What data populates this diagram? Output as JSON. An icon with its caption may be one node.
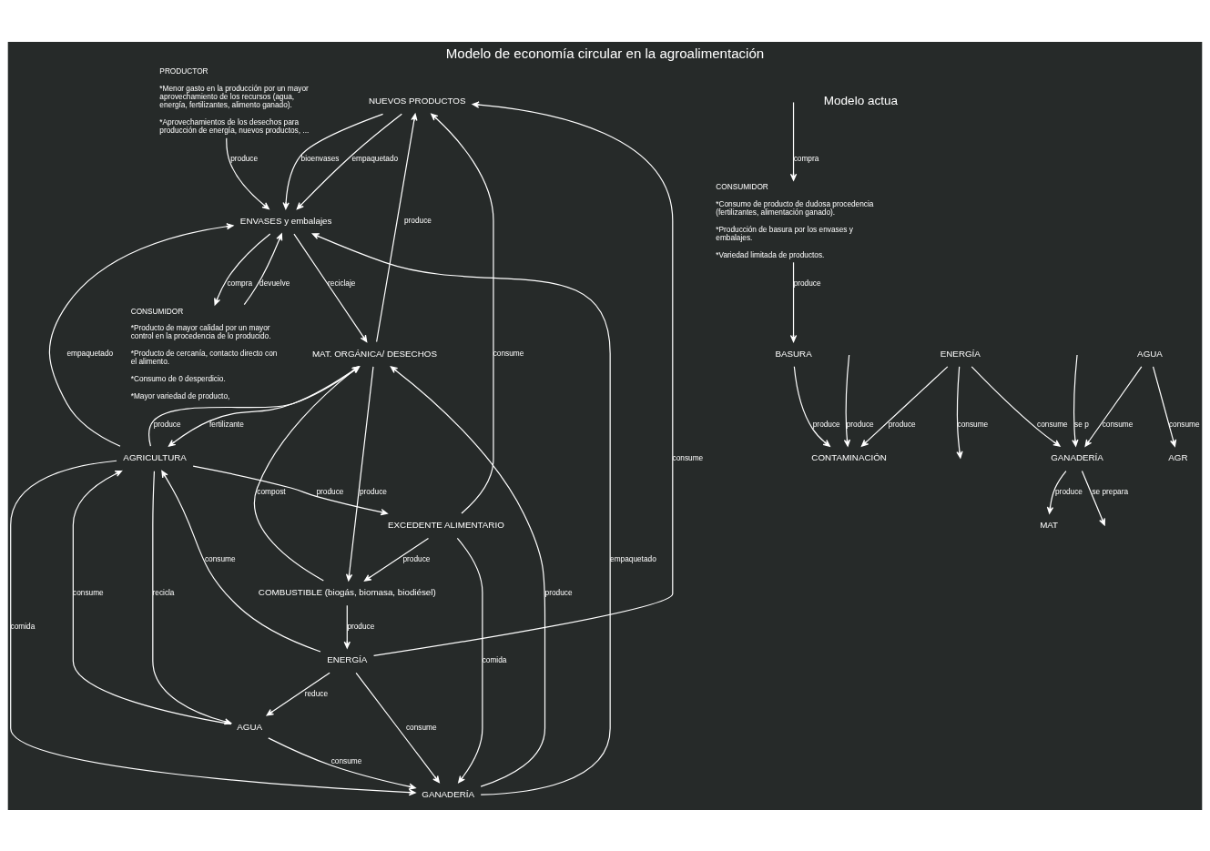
{
  "diagram": {
    "title": "Modelo de economía circular en la agroalimentación",
    "nodes": [
      {
        "text": [
          "NUEVOS PRODUCTOS"
        ]
      },
      {
        "text": [
          "COMBUSTIBLE (biogás, biomasa, biodiésel)"
        ]
      },
      {
        "text": [
          "AGUA"
        ]
      },
      {
        "text": [
          "ENERGÍA"
        ]
      },
      {
        "text": [
          "EXCEDENTE ALIMENTARIO"
        ]
      },
      {
        "text": [
          "MAT. ORGÁNICA/ DESECHOS"
        ]
      },
      {
        "text": [
          "AGRICULTURA"
        ]
      },
      {
        "text": [
          "GANADERÍA"
        ]
      },
      {
        "text": [
          "ENVASES y embalajes"
        ]
      },
      {
        "text": [
          "CONSUMIDOR",
          "*Producto de mayor calidad por un mayor control en la procedencia de lo producido.",
          "*Producto de cercanía, contacto directo con el alimento.",
          "*Consumo de 0 desperdicio.",
          "*Mayor variedad de producto,"
        ]
      },
      {
        "text": [
          "PRODUCTOR",
          "*Menor gasto en la producción por un mayor aprovechamiento de los recursos (agua, energía, fertilizantes, alimento ganado).",
          "*Aprovechamientos de los desechos para producción de energía, nuevos productos, ..."
        ]
      },
      {
        "text": [
          "CONTAMINACIÓN"
        ]
      },
      {
        "text": [
          "AGUA"
        ]
      },
      {
        "text": [
          "ENERGÍA"
        ]
      },
      {
        "text": [
          "MAT"
        ]
      },
      {
        "text": [
          "GANADERÍA"
        ]
      },
      {
        "text": [
          "AGR"
        ]
      },
      {
        "text": [
          "BASURA"
        ]
      },
      {
        "text": [
          "CONSUMIDOR",
          "*Consumo de producto de dudosa procedencia (fertilizantes, alimentación ganado).",
          "*Producción de basura por los envases y embalajes.",
          "*Variedad limitada de productos."
        ]
      }
    ],
    "edges": [
      {
        "from": 0,
        "to": 8,
        "arrow": "to",
        "label": "empaquetado"
      },
      {
        "from": 5,
        "to": 0,
        "arrow": "to",
        "label": "produce"
      },
      {
        "from": 0,
        "to": 8,
        "arrow": "to",
        "label": "bioenvases"
      },
      {
        "from": 3,
        "to": 0,
        "arrow": "to",
        "label": "consume"
      },
      {
        "from": 4,
        "to": 0,
        "arrow": "to",
        "label": "consume"
      },
      {
        "from": 1,
        "to": 3,
        "arrow": "to",
        "label": "produce"
      },
      {
        "from": 4,
        "to": 1,
        "arrow": "to",
        "label": "produce"
      },
      {
        "from": 5,
        "to": 1,
        "arrow": "to",
        "label": "produce"
      },
      {
        "from": 1,
        "to": 5,
        "arrow": "to",
        "label": "compost"
      },
      {
        "from": 3,
        "to": 2,
        "arrow": "to",
        "label": "reduce"
      },
      {
        "from": 2,
        "to": 6,
        "arrow": "to",
        "label": "consume"
      },
      {
        "from": 6,
        "to": 2,
        "arrow": "to",
        "label": "recicla"
      },
      {
        "from": 2,
        "to": 7,
        "arrow": "to",
        "label": "consume"
      },
      {
        "from": 3,
        "to": 6,
        "arrow": "to",
        "label": "consume"
      },
      {
        "from": 3,
        "to": 7,
        "arrow": "to",
        "label": "consume"
      },
      {
        "from": 6,
        "to": 4,
        "arrow": "to",
        "label": "produce"
      },
      {
        "from": 6,
        "to": 5,
        "arrow": "to",
        "label": "produce"
      },
      {
        "from": 4,
        "to": 7,
        "arrow": "to",
        "label": "comida"
      },
      {
        "from": 7,
        "to": 5,
        "arrow": "to",
        "label": "produce"
      },
      {
        "from": 6,
        "to": 7,
        "arrow": "to",
        "label": "comida"
      },
      {
        "from": 5,
        "to": 6,
        "arrow": "to",
        "label": "fertilizante"
      },
      {
        "from": 7,
        "to": 8,
        "arrow": "to",
        "label": "empaquetado"
      },
      {
        "from": 6,
        "to": 8,
        "arrow": "to",
        "label": "empaquetado"
      },
      {
        "from": 8,
        "to": 5,
        "arrow": "to",
        "label": "reciclaje"
      },
      {
        "from": 8,
        "to": 9,
        "arrow": "to",
        "label": "compra"
      },
      {
        "from": 9,
        "to": 8,
        "arrow": "to",
        "label": "devuelve"
      },
      {
        "from": 10,
        "to": 8,
        "arrow": "to",
        "label": "produce"
      },
      {
        "from": null,
        "to": 11,
        "arrow": "to",
        "label": "produce"
      },
      {
        "from": 13,
        "to": 11,
        "arrow": "to",
        "label": "produce"
      },
      {
        "from": 17,
        "to": 11,
        "arrow": "to",
        "label": "produce"
      },
      {
        "from": 12,
        "to": 15,
        "arrow": "to",
        "label": "consume"
      },
      {
        "from": 12,
        "to": 16,
        "arrow": "to",
        "label": "consume"
      },
      {
        "from": 13,
        "to": 15,
        "arrow": "to",
        "label": "consume"
      },
      {
        "from": 13,
        "to": null,
        "arrow": "to",
        "label": "consume"
      },
      {
        "from": 15,
        "to": 14,
        "arrow": "to",
        "label": "produce"
      },
      {
        "from": null,
        "to": 15,
        "arrow": "to",
        "label": "se p"
      },
      {
        "from": 15,
        "to": null,
        "arrow": "to",
        "label": "se prepara"
      },
      {
        "from": null,
        "to": 18,
        "arrow": "to",
        "label": "compra"
      },
      {
        "from": 18,
        "to": 17,
        "arrow": "to",
        "label": "produce"
      }
    ],
    "labels": [
      "Modelo actua"
    ]
  }
}
